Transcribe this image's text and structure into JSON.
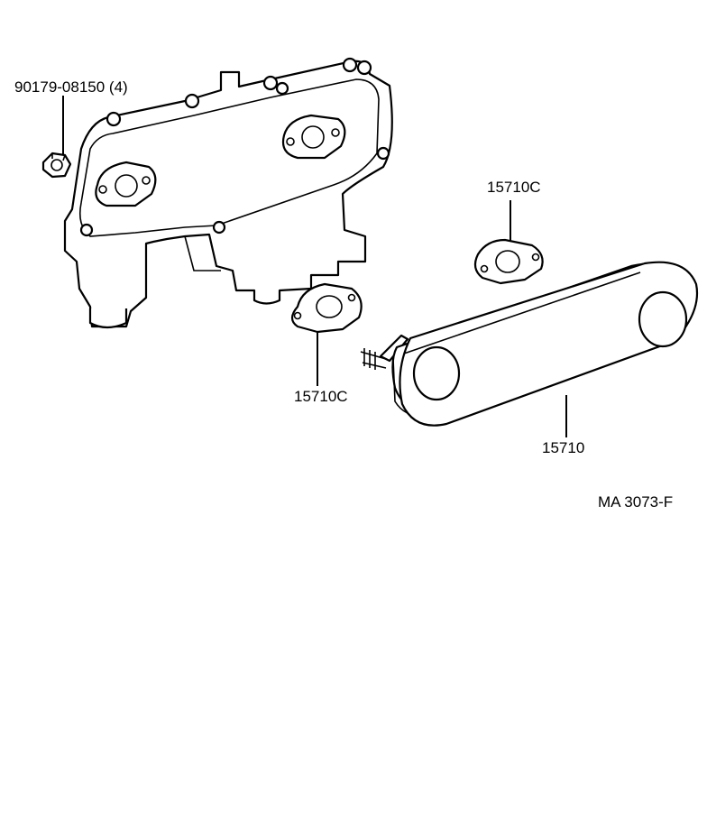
{
  "labels": {
    "nut": "90179-08150 (4)",
    "gasket_upper": "15710C",
    "gasket_lower": "15710C",
    "oil_cooler": "15710",
    "diagram_code": "MA 3073-F"
  }
}
